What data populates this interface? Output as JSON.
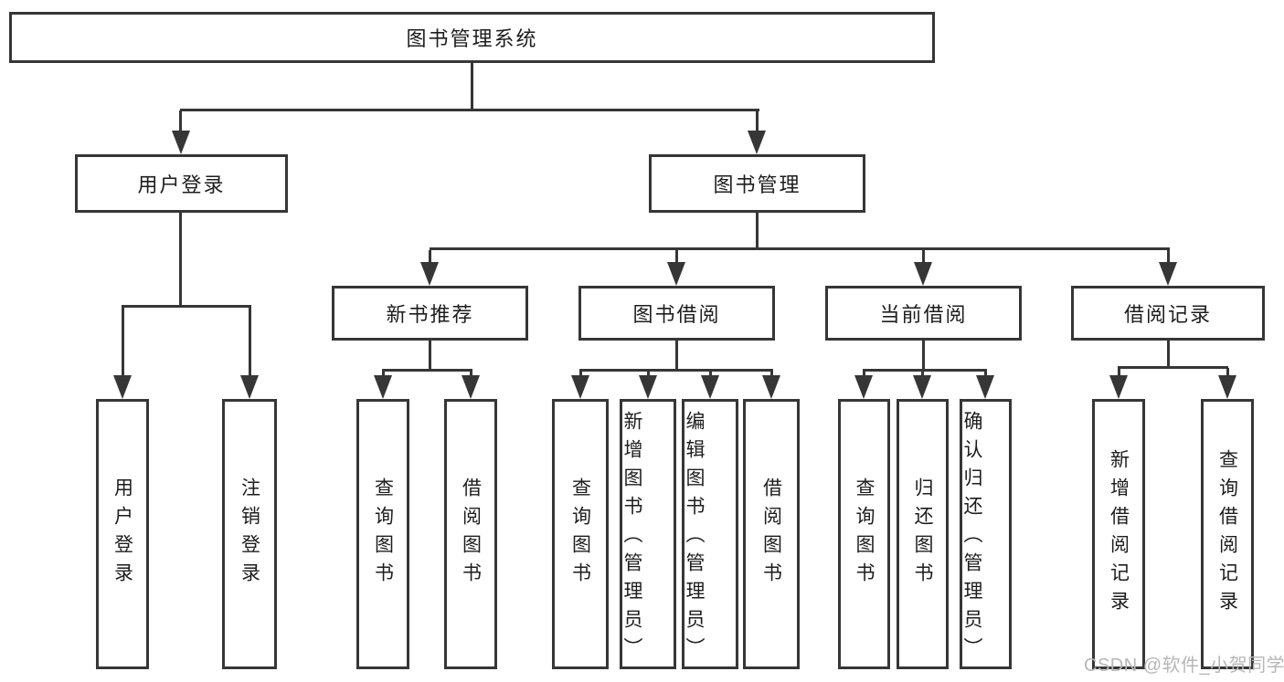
{
  "root": {
    "label": "图书管理系统"
  },
  "level2": {
    "user_login": "用户登录",
    "book_management": "图书管理"
  },
  "level3": {
    "new_book_recommend": "新书推荐",
    "book_borrow": "图书借阅",
    "current_borrow": "当前借阅",
    "borrow_records": "借阅记录"
  },
  "leaves": {
    "user_login_group": [
      "用户登录",
      "注销登录"
    ],
    "new_book_group": [
      "查询图书",
      "借阅图书"
    ],
    "book_borrow_group": [
      "查询图书",
      "新增图书（管理员）",
      "编辑图书（管理员）",
      "借阅图书"
    ],
    "current_borrow_group": [
      "查询图书",
      "归还图书",
      "确认归还（管理员）"
    ],
    "borrow_records_group": [
      "新增借阅记录",
      "查询借阅记录"
    ]
  },
  "watermark": {
    "text": "CSDN @软件_小贺同学"
  },
  "colors": {
    "line": "#363636",
    "text": "#1d1d1d",
    "watermark": "#b7b7b7",
    "background": "#ffffff"
  }
}
